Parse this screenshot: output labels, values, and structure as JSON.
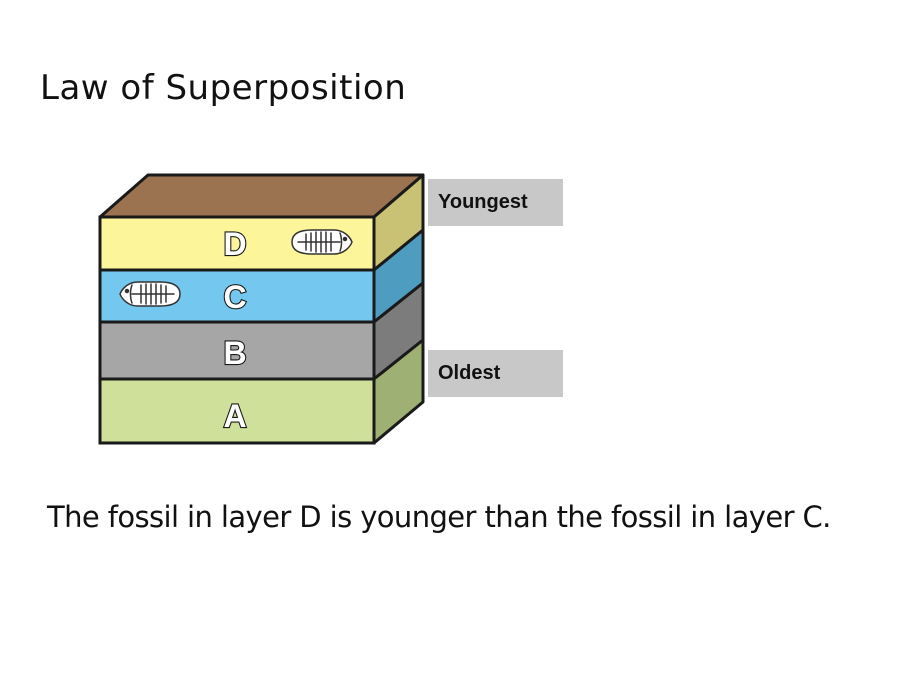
{
  "title": "Law of Superposition",
  "layers": [
    {
      "label": "D",
      "color": "#fcf59a",
      "side_color": "#c9c275"
    },
    {
      "label": "C",
      "color": "#74c8ef",
      "side_color": "#4e9cc0"
    },
    {
      "label": "B",
      "color": "#a6a6a6",
      "side_color": "#7c7c7c"
    },
    {
      "label": "A",
      "color": "#cfe09a",
      "side_color": "#9fb074"
    }
  ],
  "top_surface_color": "#9b7350",
  "age_labels": {
    "youngest": "Youngest",
    "oldest": "Oldest"
  },
  "fossil_icon": "fish-skeleton-icon",
  "caption": "The fossil in layer D is younger than the fossil in layer C."
}
